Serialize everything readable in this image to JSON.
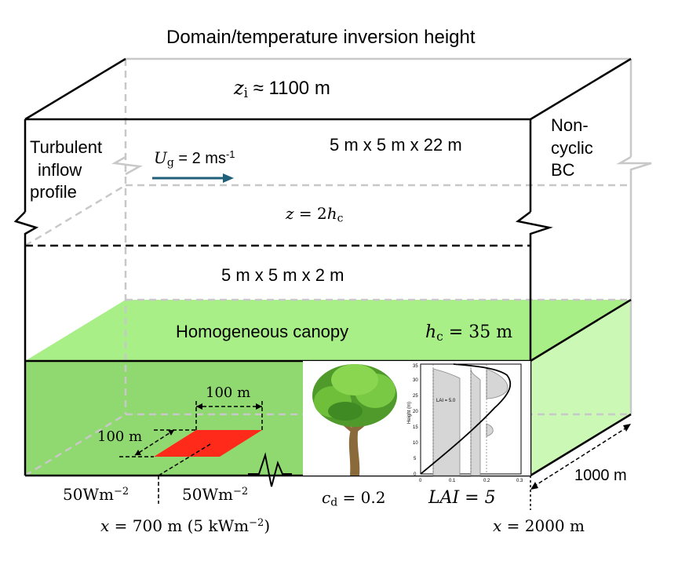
{
  "title": "Domain/temperature inversion height",
  "zi": {
    "symbol": "z",
    "subscript": "i",
    "text": "≈ 1100 m"
  },
  "upper_grid": "5 m x 5 m x 22 m",
  "lower_grid": "5 m x 5 m x 2 m",
  "inflow": {
    "line1": "Turbulent",
    "line2": "inflow",
    "line3": "profile"
  },
  "outflow": {
    "line1": "Non-",
    "line2": "cyclic",
    "line3": "BC"
  },
  "ug": {
    "symbol": "U",
    "subscript": "g",
    "text": " = 2 ms",
    "superscript": "-1"
  },
  "z_level": {
    "symbol": "z",
    "text": " = 2",
    "symbol2": "h",
    "subscript": "c"
  },
  "canopy_label": "Homogeneous canopy",
  "hc": {
    "symbol": "h",
    "subscript": "c",
    "text": " = 35 m"
  },
  "patch_width": "100 m",
  "patch_depth": "100 m",
  "flux_left": {
    "text": "50Wm",
    "superscript": "−2"
  },
  "flux_mid": {
    "text": "50Wm",
    "superscript": "−2"
  },
  "cd": {
    "symbol": "c",
    "subscript": "d",
    "text": " = 0.2"
  },
  "lai_label": "LAI = 5",
  "domain_width": "1000 m",
  "x_source": {
    "symbol": "x",
    "eq": " = 700 m  (5 kWm",
    "superscript": "−2",
    "close": ")"
  },
  "x_end": {
    "symbol": "x",
    "text": " = 2000 m"
  },
  "lad_plot": {
    "ylabel": "Height (m)",
    "yticks": [
      "0",
      "5",
      "10",
      "15",
      "20",
      "25",
      "30",
      "35"
    ],
    "xticks": [
      "0",
      "0.1",
      "0.2",
      "0.3"
    ],
    "inset_label": "LAI = 5.0"
  },
  "colors": {
    "canopy_top": "#a7ef86",
    "canopy_front": "#90d970",
    "canopy_side": "#cbf8b4",
    "patch": "#ff2a1a",
    "arrow": "#1f5f7a",
    "gray_dash": "#c8c8c8"
  }
}
